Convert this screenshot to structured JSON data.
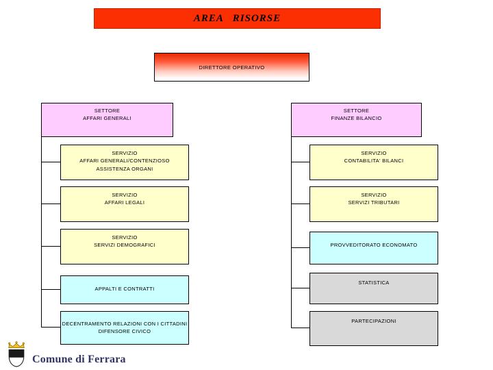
{
  "banner": {
    "title": "AREA RISORSE"
  },
  "director": {
    "label": "DIRETTORE OPERATIVO"
  },
  "left_column": {
    "header": [
      "SETTORE",
      "AFFARI GENERALI"
    ],
    "boxes": [
      [
        "SERVIZIO",
        "AFFARI GENERALI/CONTENZIOSO",
        "ASSISTENZA ORGANI"
      ],
      [
        "SERVIZIO",
        "AFFARI LEGALI"
      ],
      [
        "SERVIZIO",
        "SERVIZI DEMOGRAFICI"
      ],
      [
        "APPALTI E CONTRATTI"
      ],
      [
        "DECENTRAMENTO RELAZIONI CON I CITTADINI",
        "DIFENSORE CIVICO"
      ]
    ]
  },
  "right_column": {
    "header": [
      "SETTORE",
      "FINANZE BILANCIO"
    ],
    "boxes": [
      [
        "SERVIZIO",
        "CONTABILITA' BILANCI"
      ],
      [
        "SERVIZIO",
        "SERVIZI TRIBUTARI"
      ],
      [
        "PROVVEDITORATO ECONOMATO"
      ],
      [
        "STATISTICA"
      ],
      [
        "PARTECIPAZIONI"
      ]
    ]
  },
  "footer": {
    "org_name": "Comune di Ferrara"
  },
  "colors": {
    "banner_red": "#fb2f01",
    "director_gradient_top": "#e82800",
    "sector_pink": "#ffccff",
    "service_yellow": "#ffffcc",
    "unit_cyan": "#ccffff",
    "unit_gray": "#d9d9d9",
    "footer_text_blue": "#333366",
    "crown_gold": "#f0c02a"
  }
}
